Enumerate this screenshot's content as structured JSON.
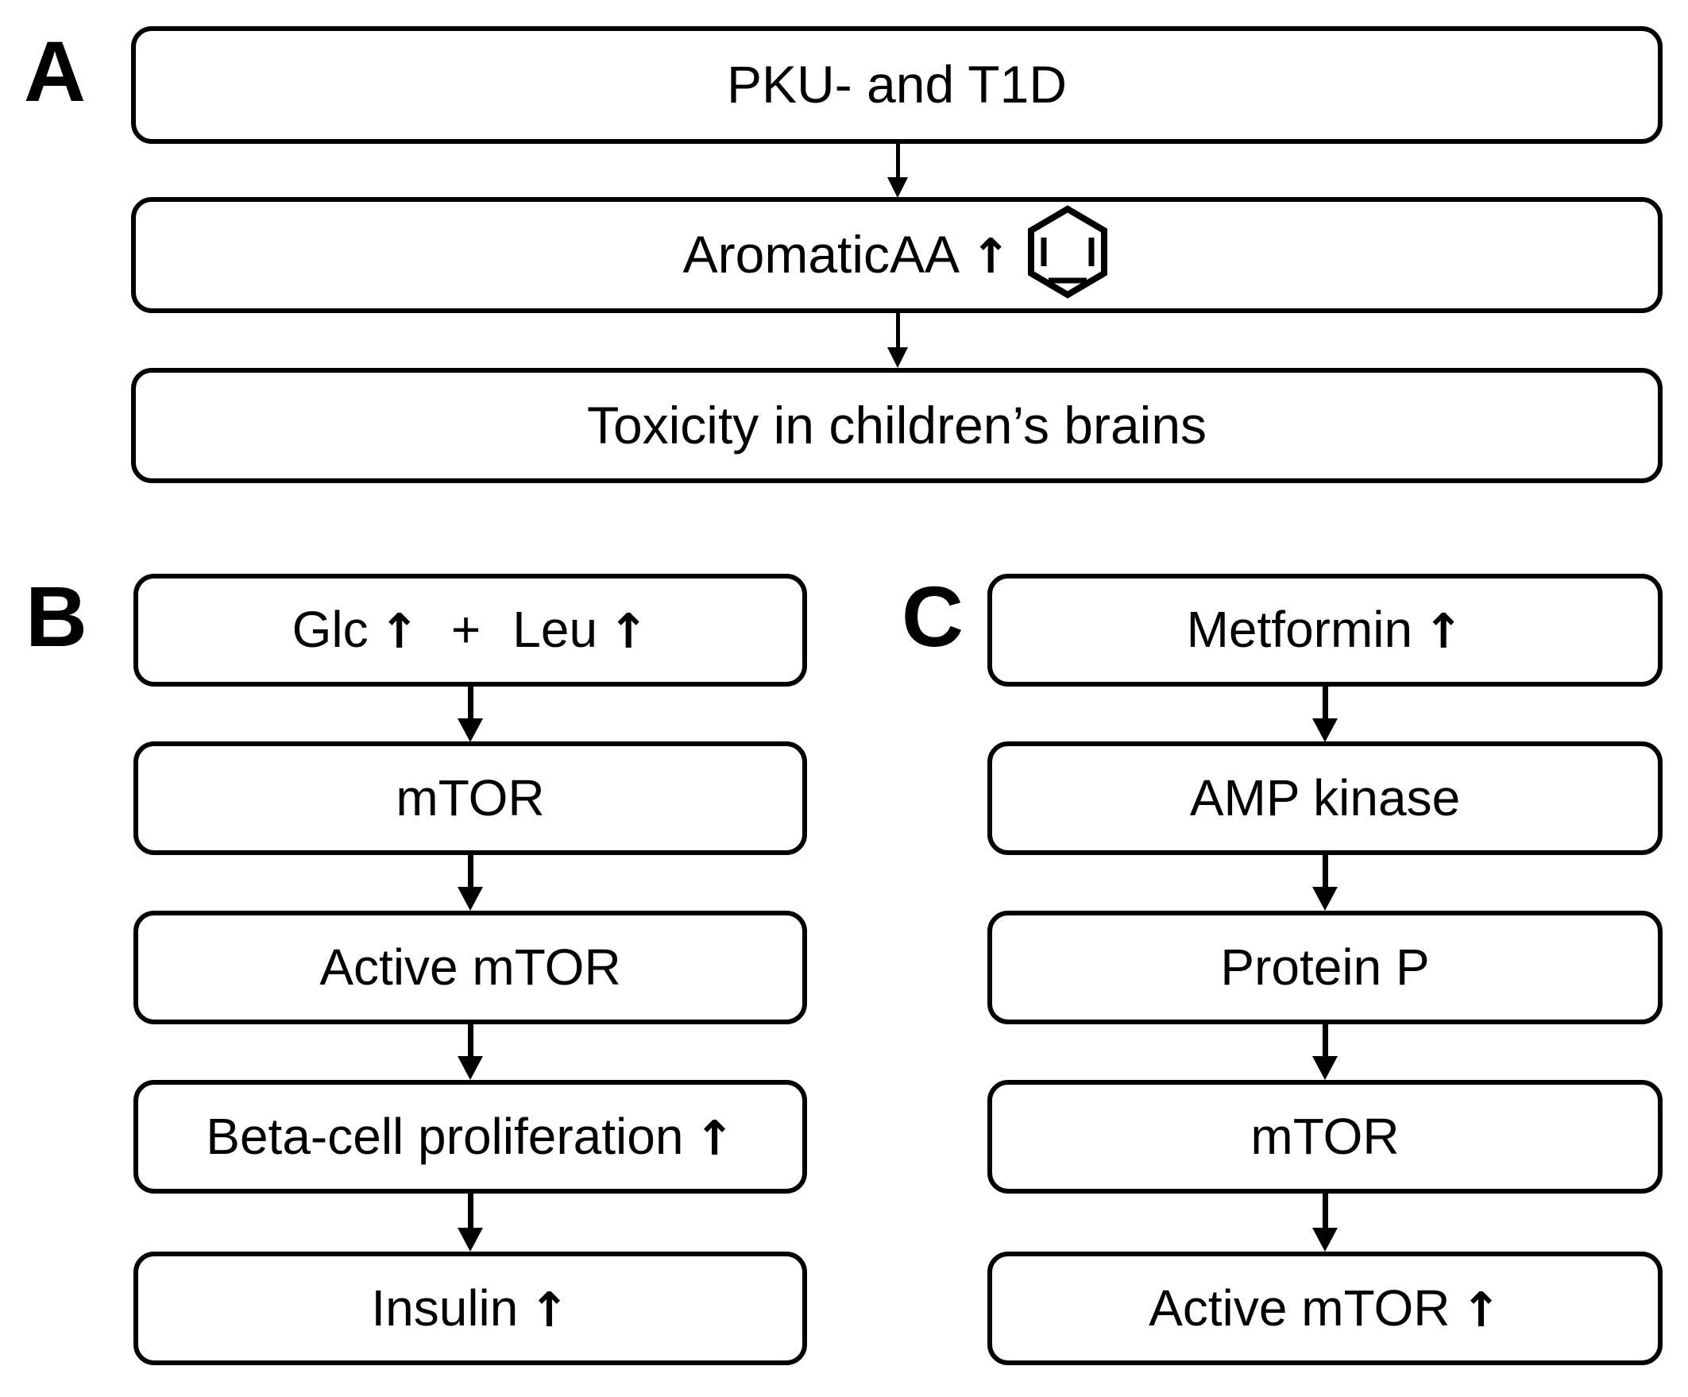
{
  "figure": {
    "background_color": "#ffffff",
    "line_color": "#000000"
  },
  "panels": [
    {
      "id": "A",
      "label": "A",
      "boxes": [
        {
          "id": "a1",
          "text": "PKU- and T1D",
          "arrow_up": false,
          "icon": null
        },
        {
          "id": "a2",
          "text": "AromaticAA",
          "arrow_up": true,
          "icon": "benzene-ring-icon"
        },
        {
          "id": "a3",
          "text": "Toxicity in children’s brains",
          "arrow_up": false,
          "icon": null
        }
      ],
      "connectors": [
        {
          "from": "a1",
          "to": "a2"
        },
        {
          "from": "a2",
          "to": "a3"
        }
      ]
    },
    {
      "id": "B",
      "label": "B",
      "boxes": [
        {
          "id": "b1",
          "text": "Glc",
          "arrow_up": true,
          "plus": "+",
          "text2": "Leu",
          "arrow_up2": true,
          "icon": null
        },
        {
          "id": "b2",
          "text": "mTOR",
          "arrow_up": false,
          "icon": null
        },
        {
          "id": "b3",
          "text": "Active mTOR",
          "arrow_up": false,
          "icon": null
        },
        {
          "id": "b4",
          "text": "Beta-cell proliferation",
          "arrow_up": true,
          "icon": null
        },
        {
          "id": "b5",
          "text": "Insulin",
          "arrow_up": true,
          "icon": null
        }
      ],
      "connectors": [
        {
          "from": "b1",
          "to": "b2"
        },
        {
          "from": "b2",
          "to": "b3"
        },
        {
          "from": "b3",
          "to": "b4"
        },
        {
          "from": "b4",
          "to": "b5"
        }
      ]
    },
    {
      "id": "C",
      "label": "C",
      "boxes": [
        {
          "id": "c1",
          "text": "Metformin",
          "arrow_up": true,
          "icon": null
        },
        {
          "id": "c2",
          "text": "AMP kinase",
          "arrow_up": false,
          "icon": null
        },
        {
          "id": "c3",
          "text": "Protein P",
          "arrow_up": false,
          "icon": null
        },
        {
          "id": "c4",
          "text": "mTOR",
          "arrow_up": false,
          "icon": null
        },
        {
          "id": "c5",
          "text": "Active mTOR",
          "arrow_up": true,
          "icon": null
        }
      ],
      "connectors": [
        {
          "from": "c1",
          "to": "c2"
        },
        {
          "from": "c2",
          "to": "c3"
        },
        {
          "from": "c3",
          "to": "c4"
        },
        {
          "from": "c4",
          "to": "c5"
        }
      ]
    }
  ],
  "glyphs": {
    "up_arrow": "↑",
    "plus": "+"
  }
}
